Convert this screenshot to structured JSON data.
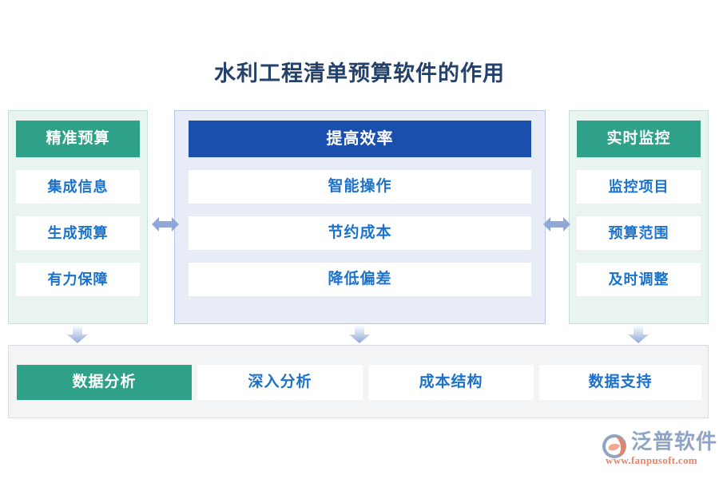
{
  "title": "水利工程清单预算软件的作用",
  "colors": {
    "teal": "#2fa189",
    "blue": "#1a4fad",
    "row_text": "#1b72cc",
    "title_text": "#24416b",
    "side_panel_bg": "#e9f4f0",
    "center_panel_bg": "#e7ecf6",
    "bottom_panel_bg": "#f3f4f6",
    "arrow": "#8fa8d6"
  },
  "columns": [
    {
      "header": "精准预算",
      "rows": [
        "集成信息",
        "生成预算",
        "有力保障"
      ]
    },
    {
      "header": "提高效率",
      "rows": [
        "智能操作",
        "节约成本",
        "降低偏差"
      ]
    },
    {
      "header": "实时监控",
      "rows": [
        "监控项目",
        "预算范围",
        "及时调整"
      ]
    }
  ],
  "connectors": {
    "horizontal": [
      "double-arrow-icon",
      "double-arrow-icon"
    ],
    "vertical": [
      "down-arrow-icon",
      "down-arrow-icon",
      "down-arrow-icon"
    ]
  },
  "bottom": {
    "items": [
      {
        "label": "数据分析",
        "active": true
      },
      {
        "label": "深入分析",
        "active": false
      },
      {
        "label": "成本结构",
        "active": false
      },
      {
        "label": "数据支持",
        "active": false
      }
    ]
  },
  "logo": {
    "mark": "fanpu-logo-icon",
    "name": "泛普软件",
    "url": "www.fanpusoft.com"
  }
}
